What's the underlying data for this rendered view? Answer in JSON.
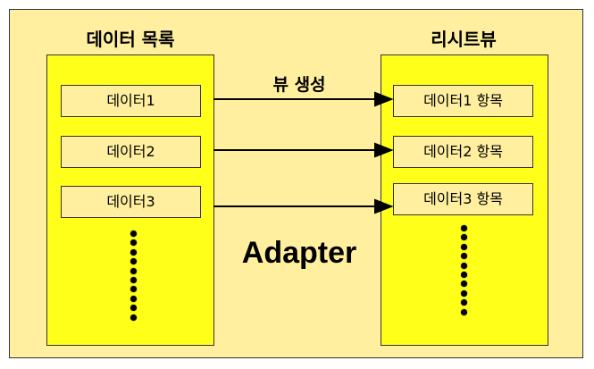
{
  "left_column": {
    "title": "데이터 목록",
    "items": [
      "데이터1",
      "데이터2",
      "데이터3"
    ]
  },
  "right_column": {
    "title": "리시트뷰",
    "items": [
      "데이터1 항목",
      "데이터2 항목",
      "데이터3 항목"
    ]
  },
  "arrow_label": "뷰 생성",
  "center_label": "Adapter",
  "colors": {
    "background": "#ffef9e",
    "panel": "#ffff1a",
    "border": "#333333"
  }
}
